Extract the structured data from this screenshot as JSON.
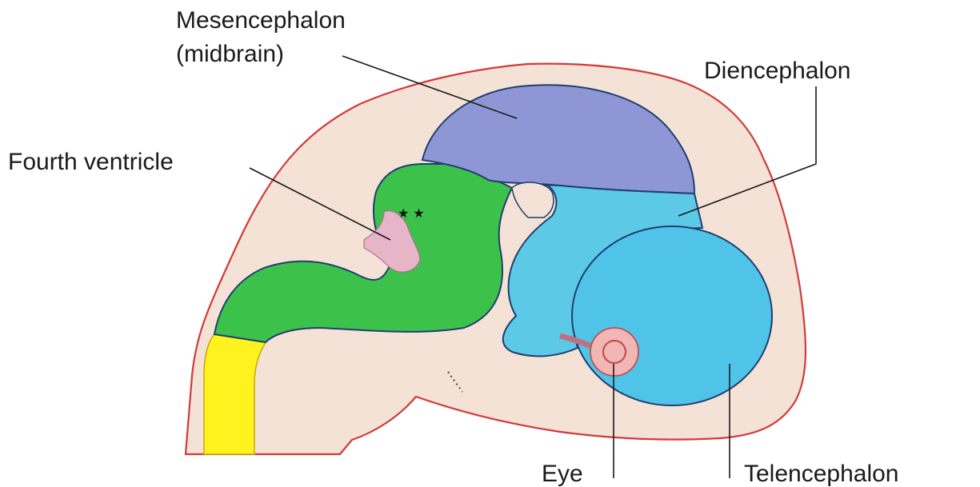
{
  "labels": {
    "mesencephalon_line1": "Mesencephalon",
    "mesencephalon_line2": "(midbrain)",
    "diencephalon": "Diencephalon",
    "fourth_ventricle": "Fourth ventricle",
    "eye": "Eye",
    "telencephalon": "Telencephalon",
    "star_marks": "★ ★"
  },
  "colors": {
    "background": "#ffffff",
    "embryo_fill": "#f4e2d6",
    "embryo_outline": "#d23a3a",
    "mesencephalon": "#8f96d6",
    "diencephalon": "#5cc9e6",
    "telencephalon": "#4fc4e8",
    "rhombencephalon": "#3cc24a",
    "fourth_ventricle": "#e6b6c8",
    "spinal_cord": "#fff21e",
    "eye": "#f2b7b5",
    "label_text": "#1a1a1a"
  },
  "regions": [
    "mesencephalon",
    "diencephalon",
    "telencephalon",
    "rhombencephalon",
    "fourth-ventricle",
    "spinal-cord",
    "eye"
  ]
}
